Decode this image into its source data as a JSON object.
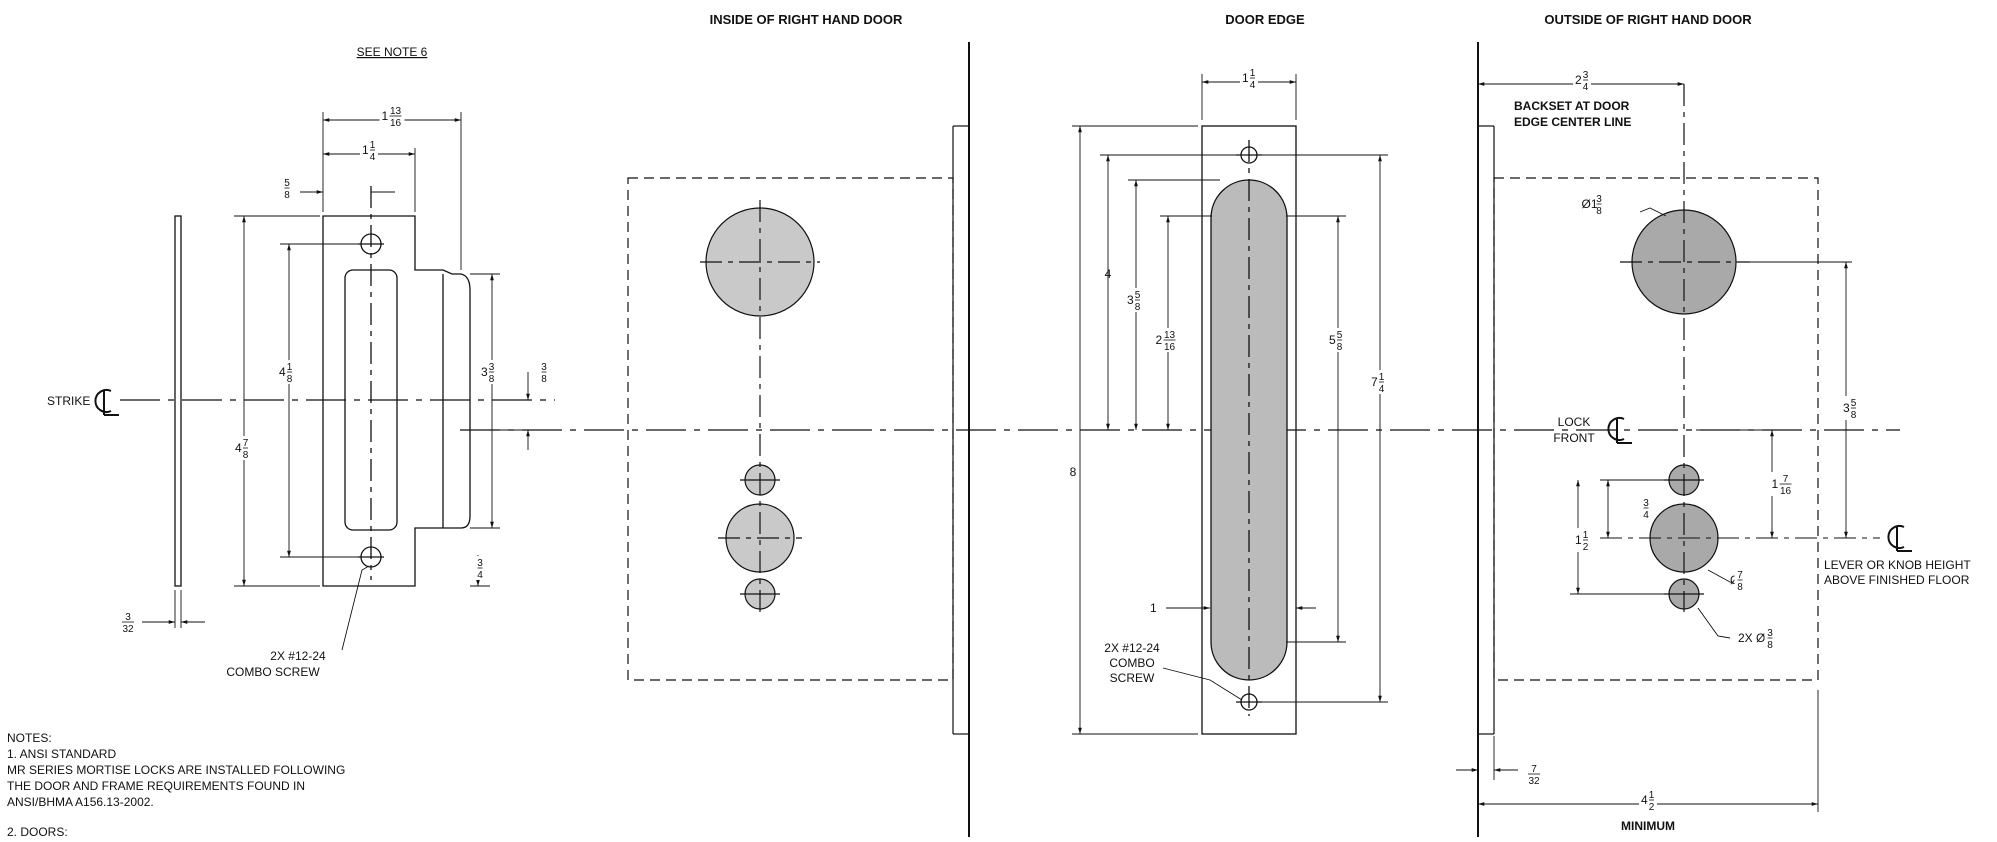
{
  "titles": {
    "inside": "INSIDE OF RIGHT HAND DOOR",
    "edge": "DOOR EDGE",
    "outside": "OUTSIDE OF RIGHT HAND DOOR",
    "see_note": "SEE NOTE 6"
  },
  "labels": {
    "strike": "STRIKE",
    "screw_left_1": "2X #12-24",
    "screw_left_2": "COMBO SCREW",
    "screw_mid_1": "2X #12-24",
    "screw_mid_2": "COMBO",
    "screw_mid_3": "SCREW",
    "backset_1": "BACKSET AT DOOR",
    "backset_2": "EDGE CENTER LINE",
    "lock_front_1": "LOCK",
    "lock_front_2": "FRONT",
    "lever_1": "LEVER OR KNOB HEIGHT",
    "lever_2": "ABOVE FINISHED FLOOR",
    "minimum": "MINIMUM",
    "two_x_dia": "2X Ø",
    "dia": "Ø",
    "one": "1",
    "eight": "8",
    "four": "4"
  },
  "dims": {
    "d_1_13_16": [
      "1",
      "13",
      "16"
    ],
    "d_1_1_4_top": [
      "1",
      "1",
      "4"
    ],
    "d_5_8": [
      "",
      "5",
      "8"
    ],
    "d_4_1_8": [
      "4",
      "1",
      "8"
    ],
    "d_4_7_8": [
      "4",
      "7",
      "8"
    ],
    "d_3_3_8": [
      "3",
      "3",
      "8"
    ],
    "d_3_8": [
      "",
      "3",
      "8"
    ],
    "d_3_4_small": [
      "",
      "3",
      "4"
    ],
    "d_3_32": [
      "",
      "3",
      "32"
    ],
    "d_1_1_4_edge": [
      "1",
      "1",
      "4"
    ],
    "d_3_5_8_edge": [
      "3",
      "5",
      "8"
    ],
    "d_2_13_16": [
      "2",
      "13",
      "16"
    ],
    "d_5_5_8": [
      "5",
      "5",
      "8"
    ],
    "d_7_1_4": [
      "7",
      "1",
      "4"
    ],
    "d_2_3_4": [
      "2",
      "3",
      "4"
    ],
    "d_dia_1_3_8": [
      "Ø1",
      "3",
      "8"
    ],
    "d_3_5_8_out": [
      "3",
      "5",
      "8"
    ],
    "d_1_7_16": [
      "1",
      "7",
      "16"
    ],
    "d_3_4_out": [
      "",
      "3",
      "4"
    ],
    "d_1_1_2": [
      "1",
      "1",
      "2"
    ],
    "d_7_8": [
      "",
      "7",
      "8"
    ],
    "d_3_8_out": [
      "",
      "3",
      "8"
    ],
    "d_7_32": [
      "",
      "7",
      "32"
    ],
    "d_4_1_2": [
      "4",
      "1",
      "2"
    ]
  },
  "notes": {
    "heading": "NOTES:",
    "n1_title": "1.  ANSI STANDARD",
    "n1_l1": "MR SERIES MORTISE LOCKS ARE INSTALLED FOLLOWING",
    "n1_l2": "THE DOOR AND FRAME REQUIREMENTS FOUND IN",
    "n1_l3": "ANSI/BHMA A156.13-2002.",
    "n2_title": "2.  DOORS:"
  }
}
